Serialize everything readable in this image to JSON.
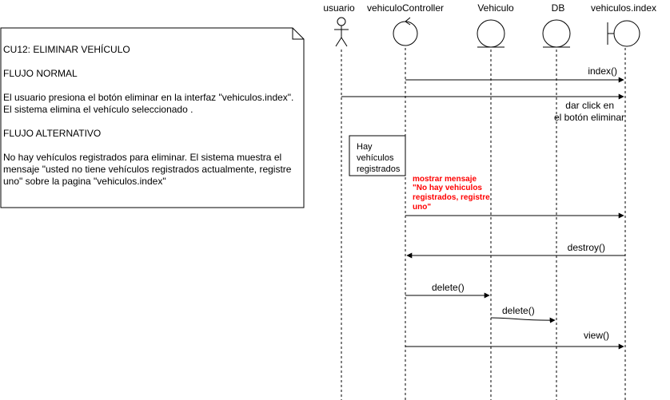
{
  "note": {
    "title": "CU12: ELIMINAR VEHÍCULO",
    "normal_heading": "FLUJO NORMAL",
    "normal_text_1": "El usuario presiona el botón eliminar en la interfaz \"vehiculos.index\".",
    "normal_text_2": "El sistema elimina el vehículo seleccionado .",
    "alt_heading": "FLUJO ALTERNATIVO",
    "alt_text": "No hay vehículos registrados para eliminar. El sistema muestra el mensaje \"usted no tiene vehículos registrados actualmente, registre uno\" sobre la pagina \"vehiculos.index\""
  },
  "lifelines": {
    "usuario": "usuario",
    "controller": "vehiculoController",
    "vehiculo": "Vehiculo",
    "db": "DB",
    "view": "vehiculos.index"
  },
  "messages": {
    "index": "index()",
    "click_1": "dar click en",
    "click_2": "el botón eliminar",
    "destroy": "destroy()",
    "delete_1": "delete()",
    "delete_2": "delete()",
    "view": "view()"
  },
  "fragment": {
    "guard_1": "Hay",
    "guard_2": "vehículos",
    "guard_3": "registrados"
  },
  "alert": {
    "line_1": "mostrar mensaje",
    "line_2": "\"No hay vehiculos",
    "line_3": "registrados, registre",
    "line_4": "uno\""
  },
  "colors": {
    "line": "#000000",
    "alert_text": "#ff0000",
    "background": "#ffffff"
  }
}
